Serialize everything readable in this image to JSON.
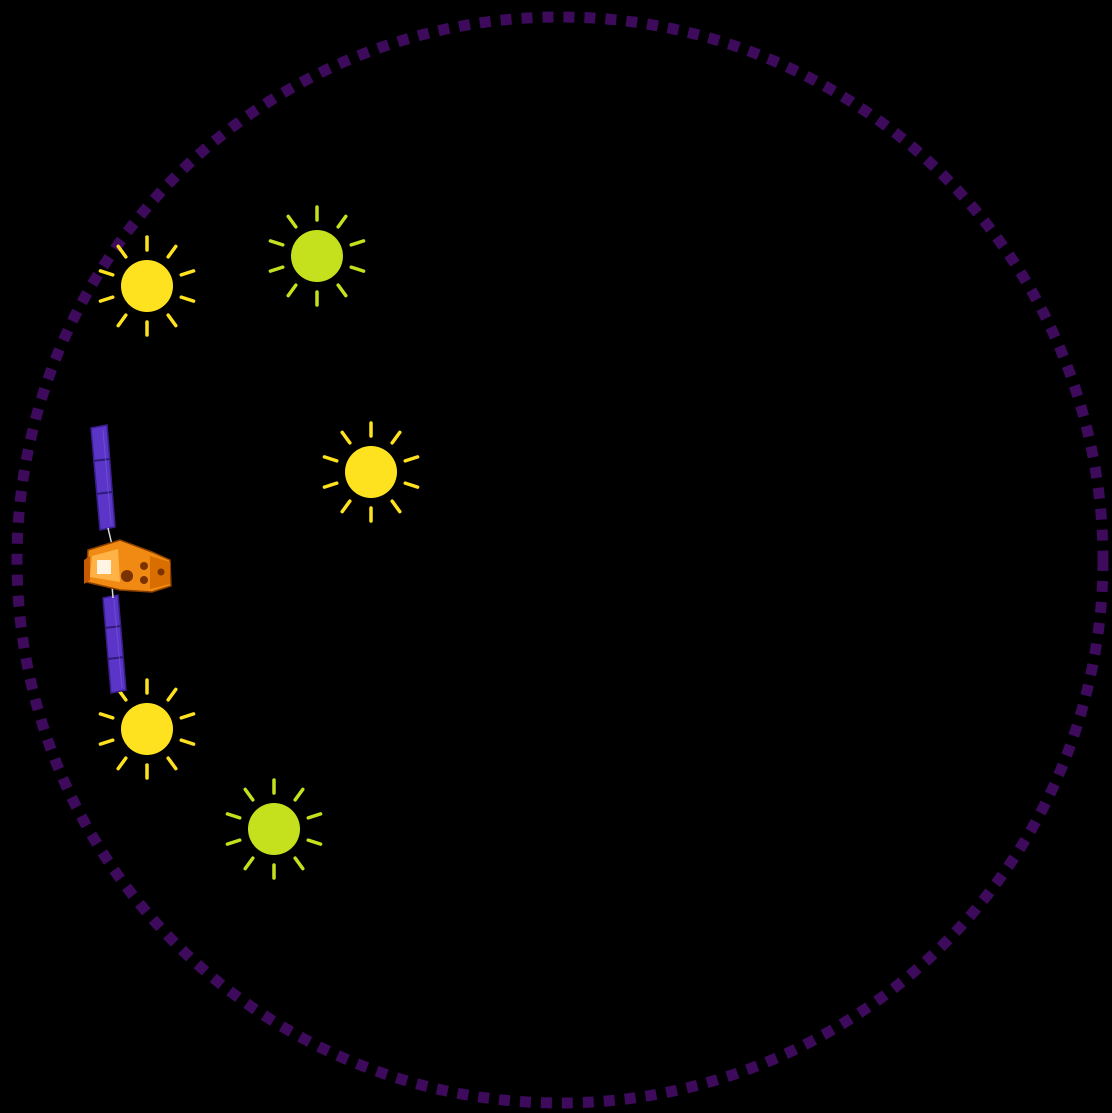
{
  "diagram": {
    "background_color": "#000000",
    "orbit": {
      "color": "#3d0a5c",
      "style": "dotted"
    },
    "stars": [
      {
        "id": "star-1",
        "color": "#ffe21f",
        "icon": "sun-icon"
      },
      {
        "id": "star-2",
        "color": "#c5e01c",
        "icon": "sun-icon"
      },
      {
        "id": "star-3",
        "color": "#ffe21f",
        "icon": "sun-icon"
      },
      {
        "id": "star-4",
        "color": "#ffe21f",
        "icon": "sun-icon"
      },
      {
        "id": "star-5",
        "color": "#c5e01c",
        "icon": "sun-icon"
      }
    ],
    "spacecraft": {
      "icon": "satellite-icon",
      "body_color": "#f08a12",
      "panel_color": "#5a35c8"
    }
  }
}
